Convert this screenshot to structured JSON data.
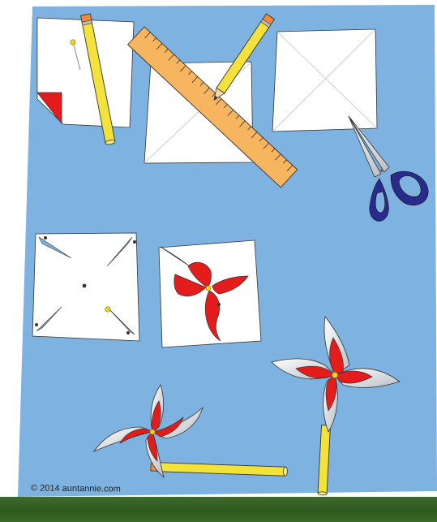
{
  "credit": {
    "text": "© 2014 auntannie.com"
  },
  "colors": {
    "background": "#7eb3e1",
    "paper": "#ffffff",
    "red": "#e41c1c",
    "pencil": "#f3e23a",
    "ruler": "#f6b55e",
    "scissors": "#2a2a8c",
    "grass": "#3a6b28"
  },
  "steps": [
    {
      "name": "step-1",
      "icons": [
        "paper-square-icon",
        "pencil-icon",
        "pin-icon"
      ]
    },
    {
      "name": "step-2",
      "icons": [
        "ruler-icon",
        "pencil-icon",
        "paper-square-icon"
      ]
    },
    {
      "name": "step-3",
      "icons": [
        "paper-square-icon",
        "scissors-icon"
      ]
    },
    {
      "name": "step-4",
      "icons": [
        "cut-square-icon"
      ]
    },
    {
      "name": "step-5",
      "icons": [
        "folded-pinwheel-icon"
      ]
    },
    {
      "name": "step-6",
      "icons": [
        "pinwheel-on-pencil-icon",
        "pinwheel-on-pencil-icon"
      ]
    }
  ]
}
